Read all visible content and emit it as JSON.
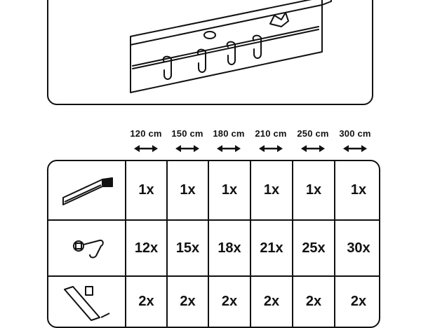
{
  "sizes": [
    "120 cm",
    "150 cm",
    "180 cm",
    "210 cm",
    "250 cm",
    "300 cm"
  ],
  "rows": [
    {
      "icon": "curtain-rail-icon",
      "quantities": [
        "1x",
        "1x",
        "1x",
        "1x",
        "1x",
        "1x"
      ]
    },
    {
      "icon": "glider-hook-icon",
      "quantities": [
        "12x",
        "15x",
        "18x",
        "21x",
        "25x",
        "30x"
      ]
    },
    {
      "icon": "end-cap-icon",
      "quantities": [
        "2x",
        "2x",
        "2x",
        "2x",
        "2x",
        "2x"
      ]
    }
  ]
}
